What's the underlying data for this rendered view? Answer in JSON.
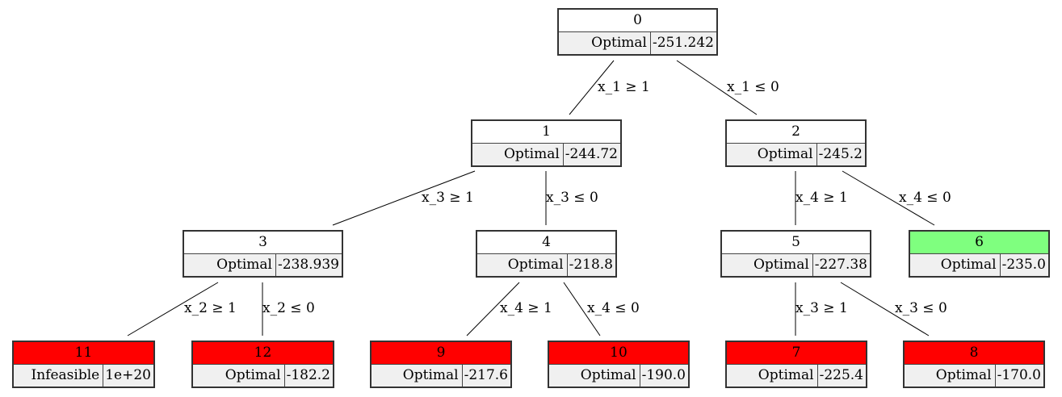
{
  "colors": {
    "pruned": "#ff0000",
    "best": "#7fff7f",
    "normal": "#ffffff",
    "row": "#f0f0f0"
  },
  "nodes": [
    {
      "id": "0",
      "status": "Optimal",
      "value": "-251.242",
      "fill": "normal"
    },
    {
      "id": "1",
      "status": "Optimal",
      "value": "-244.72",
      "fill": "normal"
    },
    {
      "id": "2",
      "status": "Optimal",
      "value": "-245.2",
      "fill": "normal"
    },
    {
      "id": "3",
      "status": "Optimal",
      "value": "-238.939",
      "fill": "normal"
    },
    {
      "id": "4",
      "status": "Optimal",
      "value": "-218.8",
      "fill": "normal"
    },
    {
      "id": "5",
      "status": "Optimal",
      "value": "-227.38",
      "fill": "normal"
    },
    {
      "id": "6",
      "status": "Optimal",
      "value": "-235.0",
      "fill": "best"
    },
    {
      "id": "11",
      "status": "Infeasible",
      "value": "1e+20",
      "fill": "pruned"
    },
    {
      "id": "12",
      "status": "Optimal",
      "value": "-182.2",
      "fill": "pruned"
    },
    {
      "id": "9",
      "status": "Optimal",
      "value": "-217.6",
      "fill": "pruned"
    },
    {
      "id": "10",
      "status": "Optimal",
      "value": "-190.0",
      "fill": "pruned"
    },
    {
      "id": "7",
      "status": "Optimal",
      "value": "-225.4",
      "fill": "pruned"
    },
    {
      "id": "8",
      "status": "Optimal",
      "value": "-170.0",
      "fill": "pruned"
    }
  ],
  "edges": [
    {
      "from": "0",
      "to": "1",
      "label": "x_1 ≥ 1"
    },
    {
      "from": "0",
      "to": "2",
      "label": "x_1 ≤ 0"
    },
    {
      "from": "1",
      "to": "3",
      "label": "x_3 ≥ 1"
    },
    {
      "from": "1",
      "to": "4",
      "label": "x_3 ≤ 0"
    },
    {
      "from": "2",
      "to": "5",
      "label": "x_4 ≥ 1"
    },
    {
      "from": "2",
      "to": "6",
      "label": "x_4 ≤ 0"
    },
    {
      "from": "3",
      "to": "11",
      "label": "x_2 ≥ 1"
    },
    {
      "from": "3",
      "to": "12",
      "label": "x_2 ≤ 0"
    },
    {
      "from": "4",
      "to": "9",
      "label": "x_4 ≥ 1"
    },
    {
      "from": "4",
      "to": "10",
      "label": "x_4 ≤ 0"
    },
    {
      "from": "5",
      "to": "7",
      "label": "x_3 ≥ 1"
    },
    {
      "from": "5",
      "to": "8",
      "label": "x_3 ≤ 0"
    }
  ]
}
